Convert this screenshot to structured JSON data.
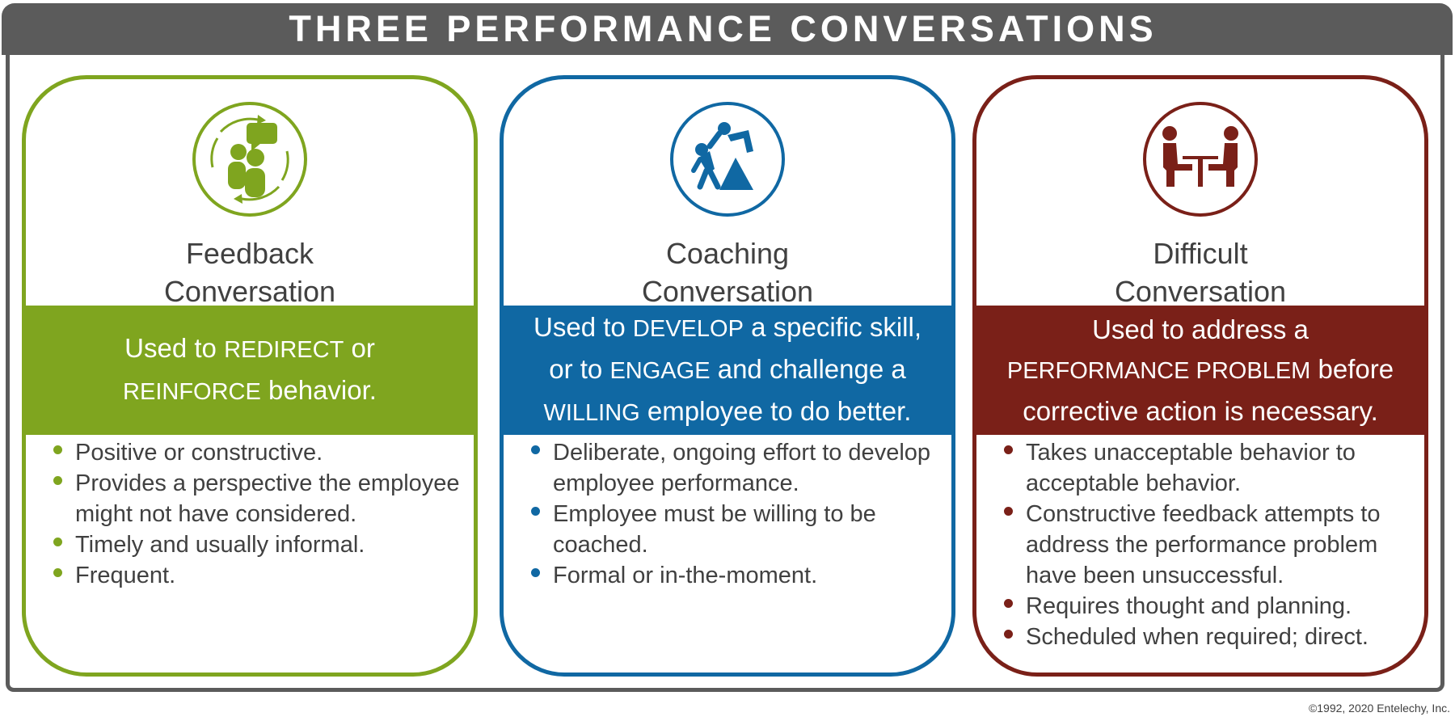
{
  "title": "THREE PERFORMANCE CONVERSATIONS",
  "copyright": "©1992, 2020 Entelechy, Inc.",
  "colors": {
    "frame": "#5b5b5b",
    "green": "#7fa51f",
    "blue": "#1068a3",
    "maroon": "#7a2018"
  },
  "panels": [
    {
      "icon": "feedback-conversation-icon",
      "color": "#7fa51f",
      "title_line1": "Feedback",
      "title_line2": "Conversation",
      "band": [
        [
          {
            "text": "Used to "
          },
          {
            "text": "REDIRECT",
            "caps": true
          },
          {
            "text": " or"
          }
        ],
        [
          {
            "text": "REINFORCE",
            "caps": true
          },
          {
            "text": " behavior."
          }
        ]
      ],
      "bullets": [
        "Positive or constructive.",
        "Provides a perspective the employee might not have considered.",
        "Timely and usually informal.",
        "Frequent."
      ]
    },
    {
      "icon": "coaching-climber-icon",
      "color": "#1068a3",
      "title_line1": "Coaching",
      "title_line2": "Conversation",
      "band": [
        [
          {
            "text": "Used to "
          },
          {
            "text": "DEVELOP",
            "caps": true
          },
          {
            "text": " a specific skill,"
          }
        ],
        [
          {
            "text": "or to "
          },
          {
            "text": "ENGAGE",
            "caps": true
          },
          {
            "text": " and challenge a"
          }
        ],
        [
          {
            "text": "WILLING",
            "caps": true
          },
          {
            "text": " employee to do better."
          }
        ]
      ],
      "bullets": [
        "Deliberate, ongoing effort to develop employee performance.",
        "Employee must be willing to be coached.",
        "Formal or in-the-moment."
      ]
    },
    {
      "icon": "difficult-meeting-icon",
      "color": "#7a2018",
      "title_line1": "Difficult",
      "title_line2": "Conversation",
      "band": [
        [
          {
            "text": "Used to address a"
          }
        ],
        [
          {
            "text": "PERFORMANCE PROBLEM",
            "caps": true
          },
          {
            "text": " before"
          }
        ],
        [
          {
            "text": "corrective action is necessary."
          }
        ]
      ],
      "bullets": [
        "Takes unacceptable behavior to acceptable behavior.",
        "Constructive feedback attempts to address the performance problem have been unsuccessful.",
        "Requires thought and planning.",
        "Scheduled when required; direct."
      ]
    }
  ]
}
